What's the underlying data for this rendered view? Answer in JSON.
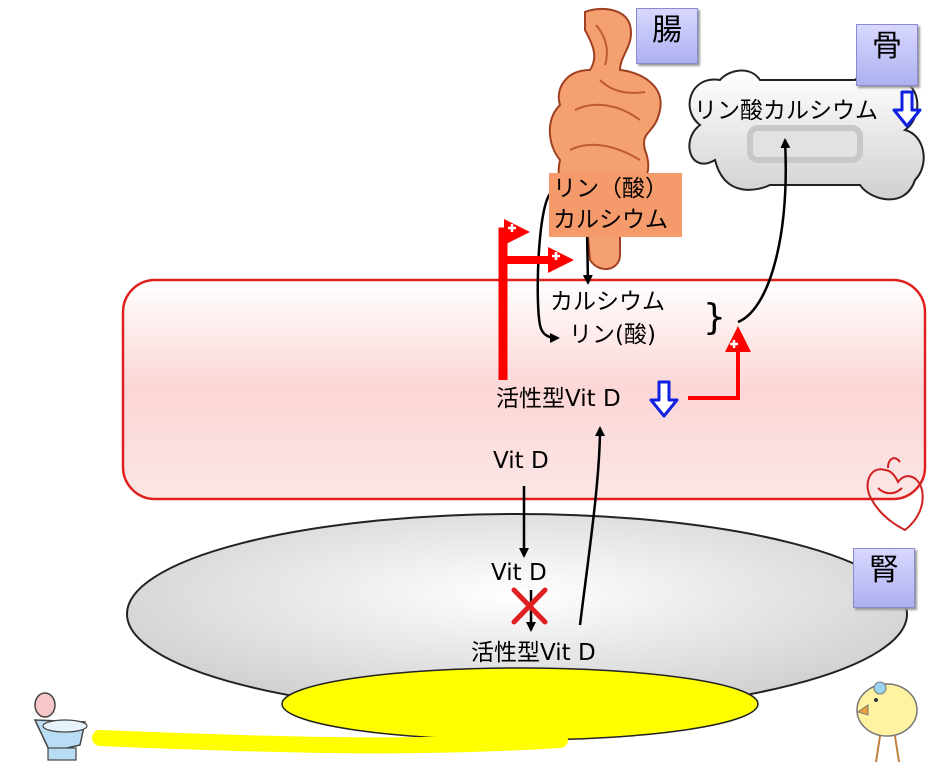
{
  "labels": {
    "intestine": "腸",
    "bone": "骨",
    "kidney": "腎",
    "bone_mineral": "リン酸カルシウム",
    "intestine_phosphate": "リン（酸）",
    "intestine_calcium": "カルシウム",
    "blood_calcium": "カルシウム",
    "blood_phosphate": "リン(酸)",
    "active_vitd_blood": "活性型Vit D",
    "vitd_blood": "Vit D",
    "vitd_kidney": "Vit D",
    "active_vitd_kidney": "活性型Vit D",
    "brace": "}"
  },
  "icons": [
    "intestine-icon",
    "bone-icon",
    "heart-icon",
    "toilet-icon",
    "chick-icon",
    "down-arrow-icon",
    "cross-icon",
    "plus-icon"
  ],
  "colors": {
    "blood_fill": "#fde0e0",
    "blood_border": "#e02020",
    "kidney_fill": "#d8d8d8",
    "urine": "#ffff00",
    "promote_arrow": "#ff0000",
    "decrease_arrow": "#1020e0",
    "intestine": "#f5a070"
  }
}
